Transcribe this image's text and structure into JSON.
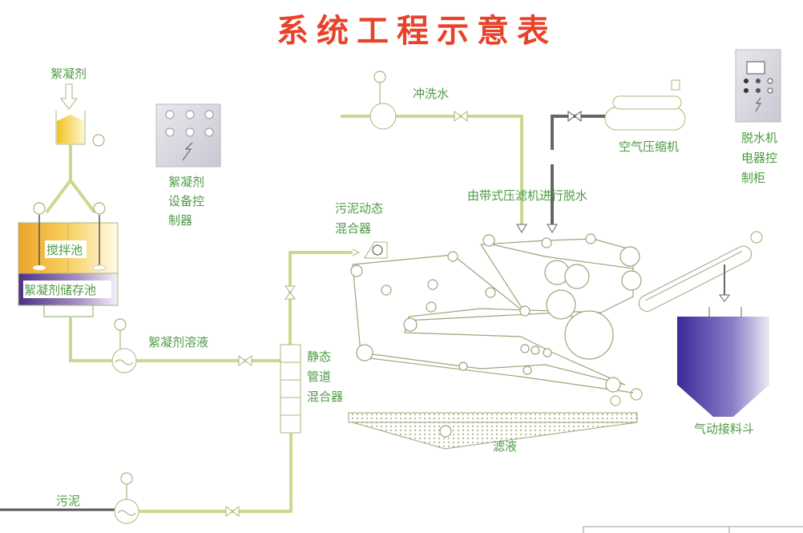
{
  "title": "系统工程示意表",
  "labels": {
    "flocculant": "絮凝剂",
    "controller": [
      "絮凝剂",
      "设备控",
      "制器"
    ],
    "mixing_tank": "搅拌池",
    "storage_tank": "絮凝剂储存池",
    "flocculant_solution": "絮凝剂溶液",
    "static_mixer": [
      "静态",
      "管道",
      "混合器"
    ],
    "dynamic_mixer": [
      "污泥动态",
      "混合器"
    ],
    "wash_water": "冲洗水",
    "air_compressor": "空气压缩机",
    "dewatering": "由带式压滤机进行脱水",
    "control_cabinet": [
      "脱水机",
      "电器控",
      "制柜"
    ],
    "sludge": "污泥",
    "filtrate": "滤液",
    "hopper": "气动接料斗"
  },
  "colors": {
    "title": "#e8432a",
    "label": "#4f9a45",
    "pipe": "#cbd98f",
    "tank_top": "#f0a830",
    "tank_bottom": "#5a3c8c"
  }
}
